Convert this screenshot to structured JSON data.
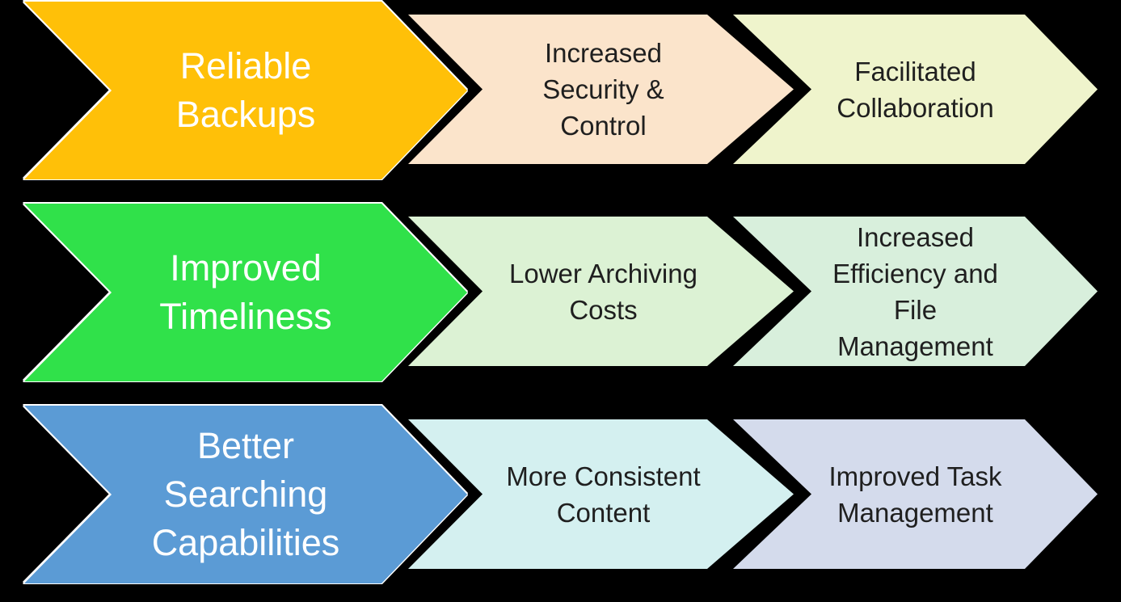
{
  "diagram": {
    "background_color": "#000000",
    "outline_color": "#FFFFFF",
    "rows": [
      {
        "steps": [
          {
            "text": "Reliable Backups",
            "lines": [
              "Reliable",
              "Backups"
            ],
            "fill": "#FFC008",
            "text_color": "#FFFFFF"
          },
          {
            "text": "Increased Security & Control",
            "lines": [
              "Increased",
              "Security &",
              "Control"
            ],
            "fill": "#FBE4CB",
            "text_color": "#1F1F1F"
          },
          {
            "text": "Facilitated Collaboration",
            "lines": [
              "Facilitated",
              "Collaboration"
            ],
            "fill": "#EFF4CC",
            "text_color": "#1F1F1F"
          }
        ]
      },
      {
        "steps": [
          {
            "text": "Improved Timeliness",
            "lines": [
              "Improved",
              "Timeliness"
            ],
            "fill": "#30E14A",
            "text_color": "#FFFFFF"
          },
          {
            "text": "Lower Archiving Costs",
            "lines": [
              "Lower Archiving",
              "Costs"
            ],
            "fill": "#DCF2D4",
            "text_color": "#1F1F1F"
          },
          {
            "text": "Increased Efficiency and File Management",
            "lines": [
              "Increased",
              "Efficiency and",
              "File",
              "Management"
            ],
            "fill": "#D8EFDC",
            "text_color": "#1F1F1F"
          }
        ]
      },
      {
        "steps": [
          {
            "text": "Better Searching Capabilities",
            "lines": [
              "Better",
              "Searching",
              "Capabilities"
            ],
            "fill": "#5B9BD5",
            "text_color": "#FFFFFF"
          },
          {
            "text": "More Consistent Content",
            "lines": [
              "More Consistent",
              "Content"
            ],
            "fill": "#D4F0F0",
            "text_color": "#1F1F1F"
          },
          {
            "text": "Improved Task Management",
            "lines": [
              "Improved Task",
              "Management"
            ],
            "fill": "#D4DBEC",
            "text_color": "#1F1F1F"
          }
        ]
      }
    ]
  }
}
